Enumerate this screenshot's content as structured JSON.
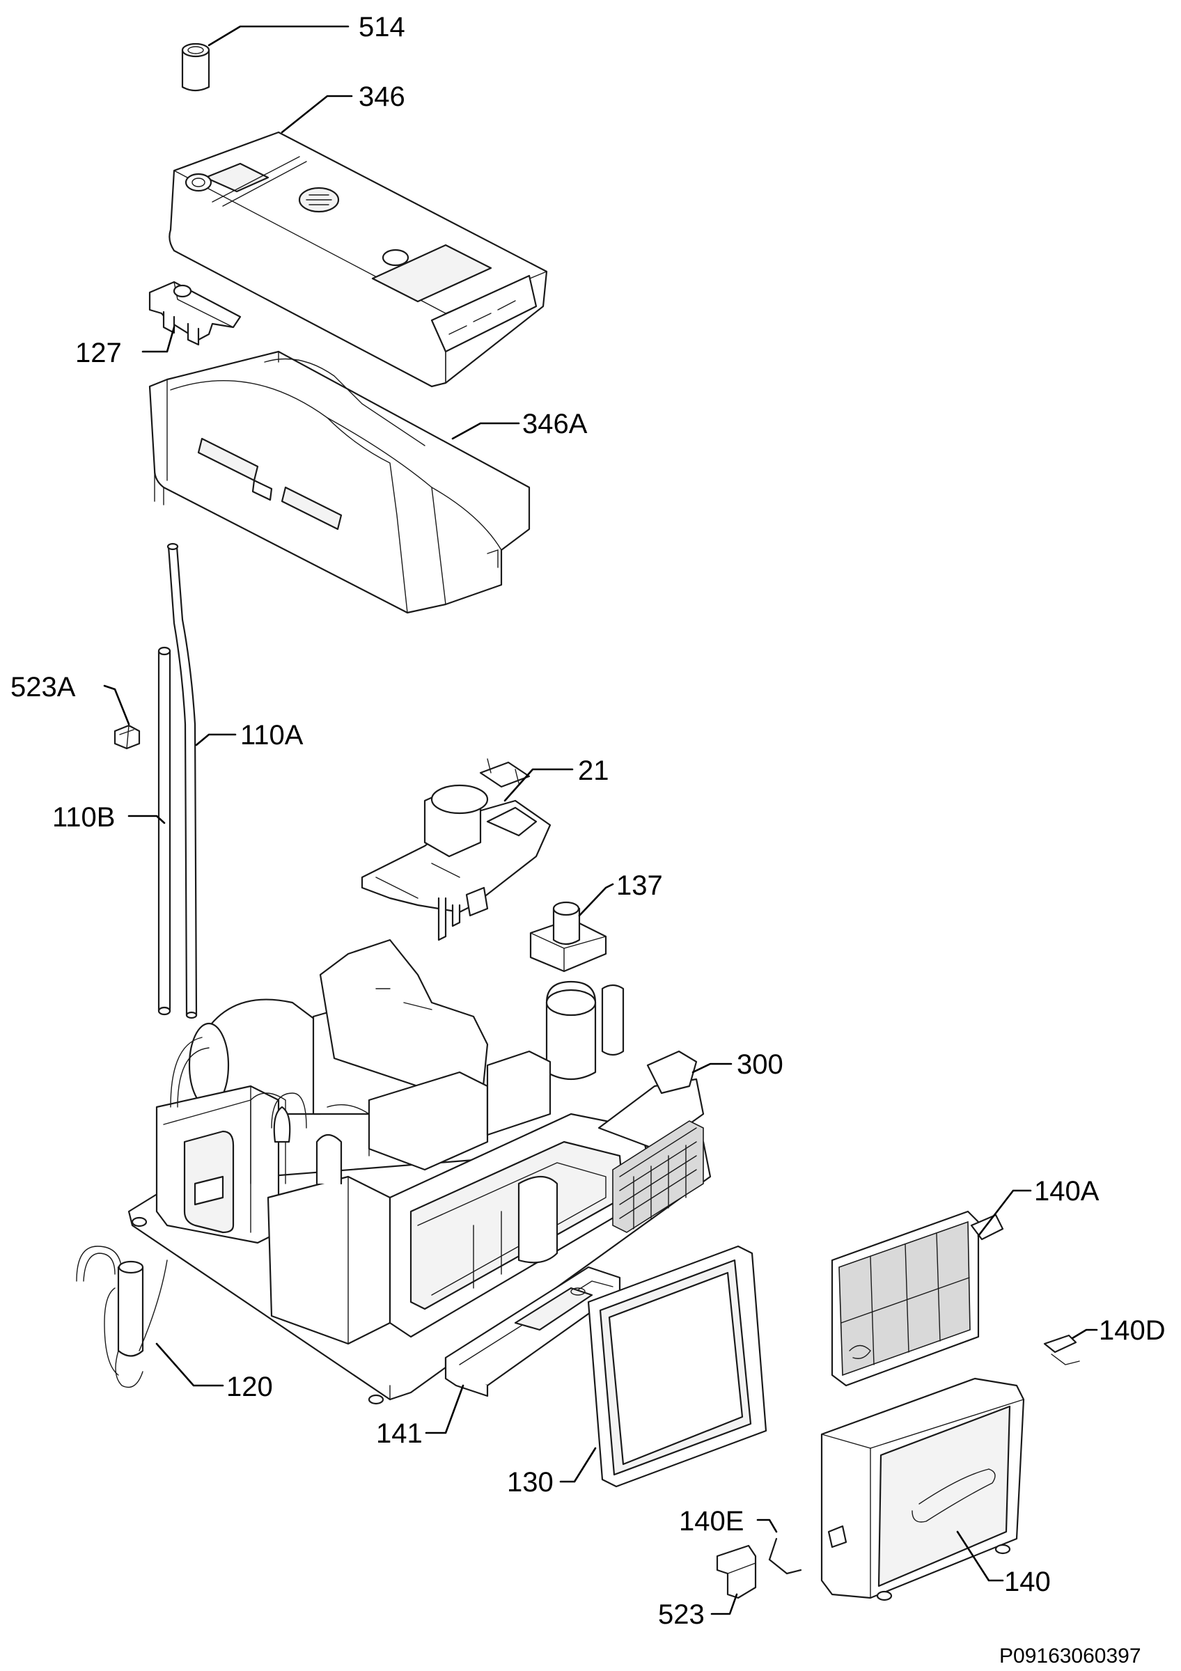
{
  "diagram": {
    "labels": {
      "p514": "514",
      "p346": "346",
      "p127": "127",
      "p346A": "346A",
      "p523A": "523A",
      "p110A": "110A",
      "p110B": "110B",
      "p21": "21",
      "p137": "137",
      "p300": "300",
      "p140A": "140A",
      "p140D": "140D",
      "p120": "120",
      "p141": "141",
      "p130": "130",
      "p140E": "140E",
      "p140": "140",
      "p523": "523"
    },
    "drawing_code": "P09163060397"
  }
}
